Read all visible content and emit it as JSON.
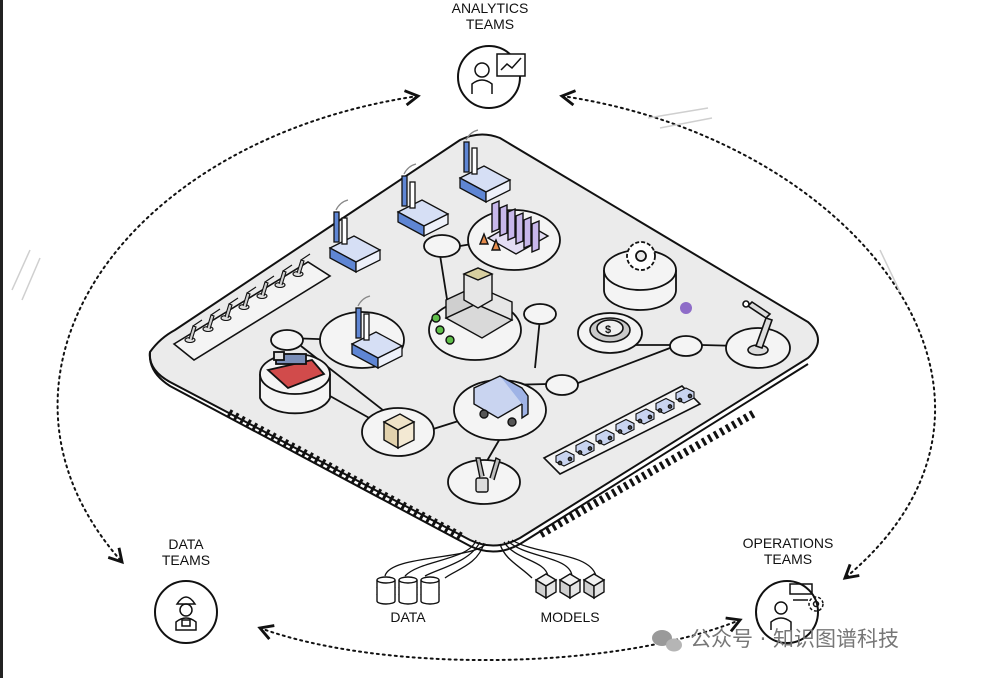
{
  "teams": {
    "analytics": {
      "line1": "ANALYTICS",
      "line2": "TEAMS",
      "icon": "analyst-dashboard-icon"
    },
    "data": {
      "line1": "DATA",
      "line2": "TEAMS",
      "icon": "engineer-hardhat-icon"
    },
    "operations": {
      "line1": "OPERATIONS",
      "line2": "TEAMS",
      "icon": "operator-gear-icon"
    }
  },
  "outputs": {
    "data_label": "DATA",
    "models_label": "MODELS"
  },
  "watermark": {
    "text": "公众号 · 知识图谱科技",
    "icon": "wechat-icon"
  },
  "colors": {
    "line": "#111111",
    "platform": "#ebebeb",
    "accent_blue": "#5f86d4",
    "accent_purple": "#8e6cc8"
  }
}
